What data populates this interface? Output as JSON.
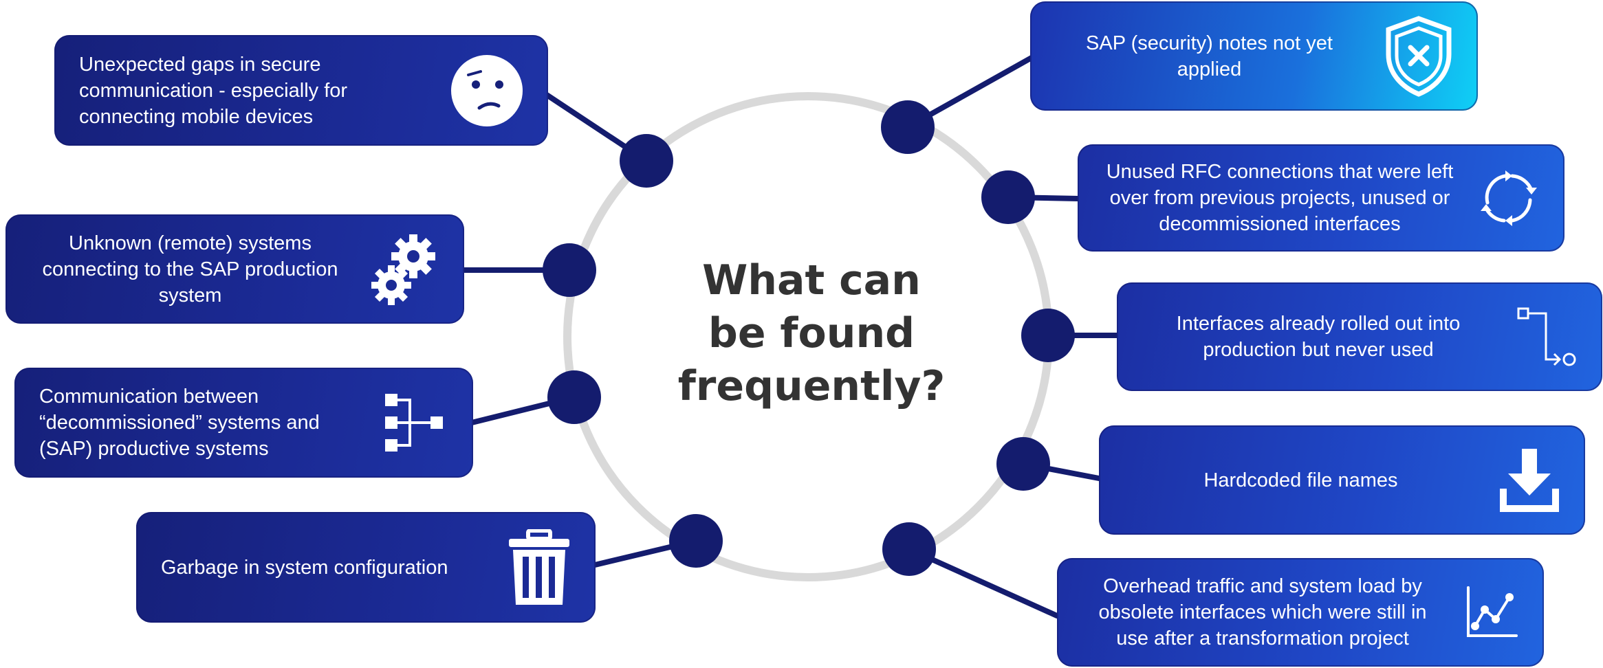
{
  "title": {
    "line1": "What can",
    "line2": "be found",
    "line3": "frequently?"
  },
  "colors": {
    "node": "#141c6e",
    "ring": "#d9d9d9",
    "box_dark": "#16207a",
    "box_blue": "#1f47c6",
    "accent_cyan": "#0fd0f6",
    "title_text": "#333333"
  },
  "left_items": [
    {
      "text": "Unexpected gaps in secure communication - especially for connecting mobile devices",
      "icon": "confused-face-icon"
    },
    {
      "text": "Unknown (remote) systems connecting to the SAP production system",
      "icon": "gears-icon"
    },
    {
      "text": "Communication between “decommissioned” systems and (SAP) productive systems",
      "icon": "hierarchy-icon"
    },
    {
      "text": "Garbage in system configuration",
      "icon": "trash-icon"
    }
  ],
  "right_items": [
    {
      "text": "SAP (security) notes not yet applied",
      "icon": "shield-x-icon"
    },
    {
      "text": "Unused RFC connections that were left over from previous projects, unused or decommissioned interfaces",
      "icon": "refresh-icon"
    },
    {
      "text": "Interfaces already rolled out into production but never used",
      "icon": "flow-icon"
    },
    {
      "text": "Hardcoded file names",
      "icon": "download-icon"
    },
    {
      "text": "Overhead traffic and system load by obsolete interfaces which were still in use after a transformation project",
      "icon": "line-chart-icon"
    }
  ]
}
